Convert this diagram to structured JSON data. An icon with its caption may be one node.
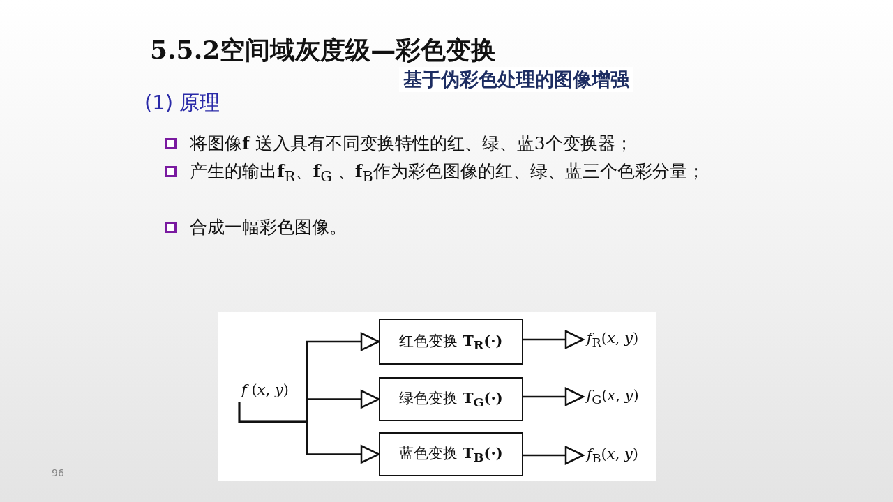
{
  "diagram": {
    "title": "5.5.2空间域灰度级—彩色变换",
    "nodes": [
      {
        "text": [
          "*f* (*x*, *y*)"
        ]
      },
      {
        "text": [
          "红色变换 **T$_{R}$(·)**"
        ]
      },
      {
        "text": [
          "绿色变换 **T$_{G}$(·)**"
        ]
      },
      {
        "text": [
          "蓝色变换 **T$_{B}$(·)**"
        ]
      },
      {
        "text": [
          "*f*$_{R}$(*x*, *y*)"
        ]
      },
      {
        "text": [
          "*f*$_{G}$(*x*, *y*)"
        ]
      },
      {
        "text": [
          "*f*$_{B}$(*x*, *y*)"
        ]
      }
    ],
    "edges": [
      {
        "from": 0,
        "to": 1,
        "arrow": "to"
      },
      {
        "from": 0,
        "to": 2,
        "arrow": "to"
      },
      {
        "from": 0,
        "to": 3,
        "arrow": "to"
      },
      {
        "from": 1,
        "to": 4,
        "arrow": "to"
      },
      {
        "from": 2,
        "to": 5,
        "arrow": "to"
      },
      {
        "from": 3,
        "to": 6,
        "arrow": "to"
      }
    ],
    "labels": [
      "基于伪彩色处理的图像增强",
      "(1) 原理",
      "将图像**f** 送入具有不同变换特性的红、绿、蓝3个变换器；",
      "产生的输出**f**$_{R}$、**f**$_{G}$ 、**f**$_{B}$作为彩色图像的红、绿、蓝三个色彩分量；",
      "合成一幅彩色图像。",
      "96"
    ]
  }
}
